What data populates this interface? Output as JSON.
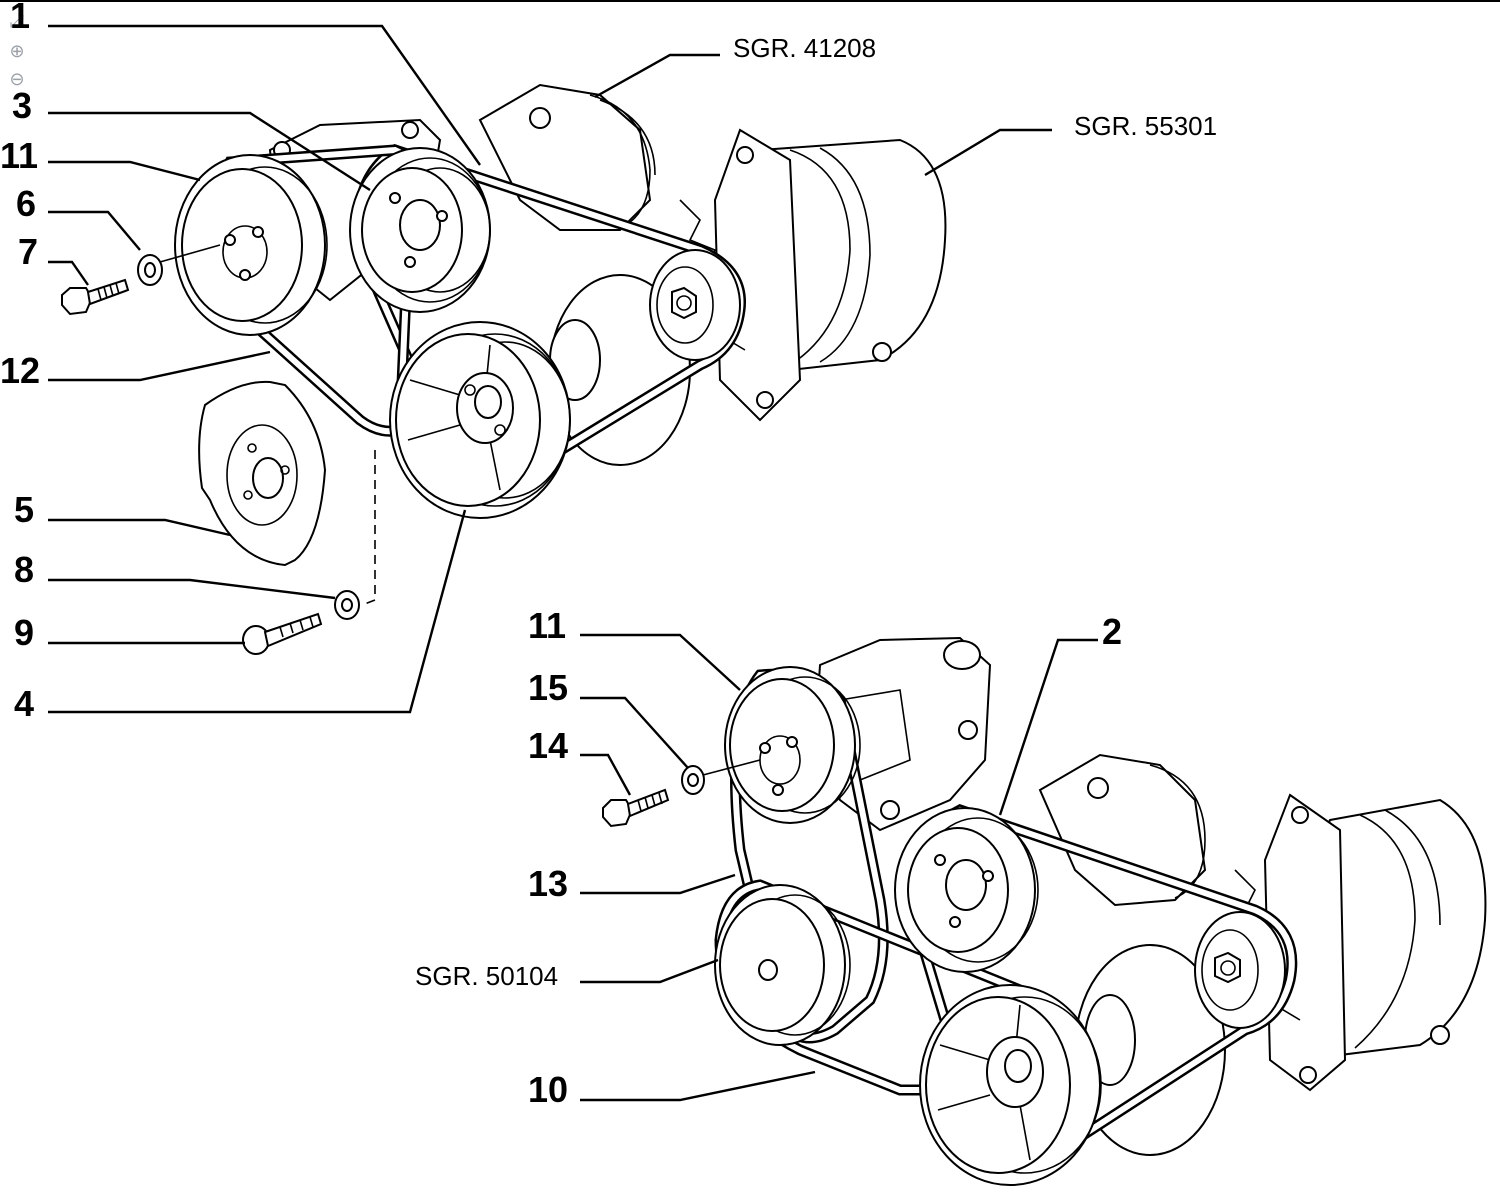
{
  "toolbar": {
    "items": [
      {
        "icon": "fit-page-icon",
        "glyph": "⤢"
      },
      {
        "icon": "zoom-in-icon",
        "glyph": "⊕"
      },
      {
        "icon": "zoom-out-icon",
        "glyph": "⊖"
      }
    ]
  },
  "callouts": {
    "n1": "1",
    "n3": "3",
    "n11a": "11",
    "n6": "6",
    "n7": "7",
    "n12": "12",
    "n5": "5",
    "n8": "8",
    "n9": "9",
    "n4": "4",
    "n11b": "11",
    "n15": "15",
    "n14": "14",
    "n13": "13",
    "n10": "10",
    "n2": "2"
  },
  "references": {
    "sgr41208": "SGR. 41208",
    "sgr55301": "SGR. 55301",
    "sgr50104": "SGR. 50104"
  }
}
